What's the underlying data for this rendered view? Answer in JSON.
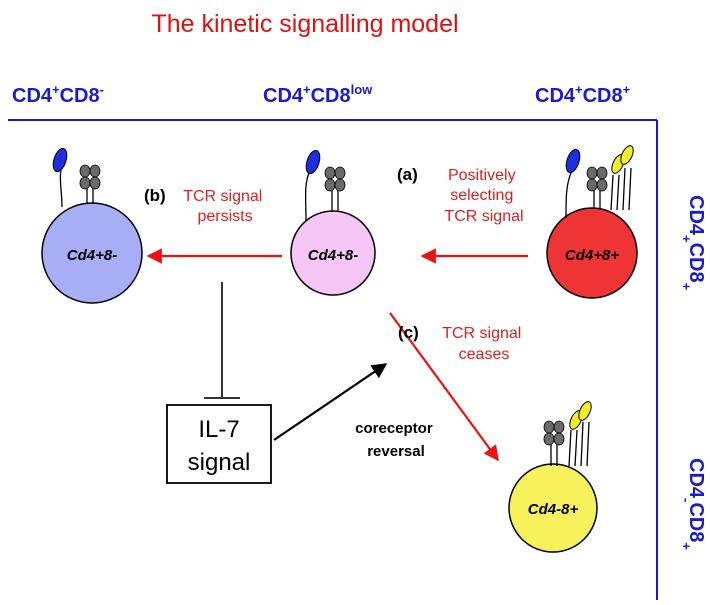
{
  "title": "The kinetic signalling model",
  "columns": {
    "left": {
      "base": "CD4",
      "sup1": "+",
      "mid": "CD8",
      "sup2": "-"
    },
    "middle": {
      "base": "CD4",
      "sup1": "+",
      "mid": "CD8",
      "sup2": "low"
    },
    "right": {
      "base": "CD4",
      "sup1": "+",
      "mid": "CD8",
      "sup2": "+"
    }
  },
  "rows": {
    "top": {
      "base": "CD4",
      "sup1": "+",
      "mid": "CD8",
      "sup2": "+"
    },
    "bottom": {
      "base": "CD4",
      "sup1": "-",
      "mid": "CD8",
      "sup2": "+"
    }
  },
  "cells": {
    "left": {
      "label": "Cd4+8-",
      "fill": "#a7aef5"
    },
    "middle": {
      "label": "Cd4+8-",
      "fill": "#f6c6f6"
    },
    "right": {
      "label": "Cd4+8+",
      "fill": "#ee3434"
    },
    "bottom": {
      "label": "Cd4-8+",
      "fill": "#f7f25c"
    }
  },
  "steps": {
    "a": {
      "letter": "(a)",
      "line1": "Positively",
      "line2": "selecting",
      "line3": "TCR signal"
    },
    "b": {
      "letter": "(b)",
      "line1": "TCR signal",
      "line2": "persists"
    },
    "c": {
      "letter": "(c)",
      "line1": "TCR signal",
      "line2": "ceases"
    }
  },
  "il7": {
    "line1": "IL-7",
    "line2": "signal"
  },
  "reversal": {
    "line1": "coreceptor",
    "line2": "reversal"
  },
  "colors": {
    "title": "#e01010",
    "axis": "#1a1ad0",
    "red_text": "#e02020",
    "arrow_red": "#ee1111",
    "cd4_blue": "#1f2fe0",
    "cd8_yellow": "#f2ef2a",
    "tcr_grey": "#6a6a6a"
  }
}
